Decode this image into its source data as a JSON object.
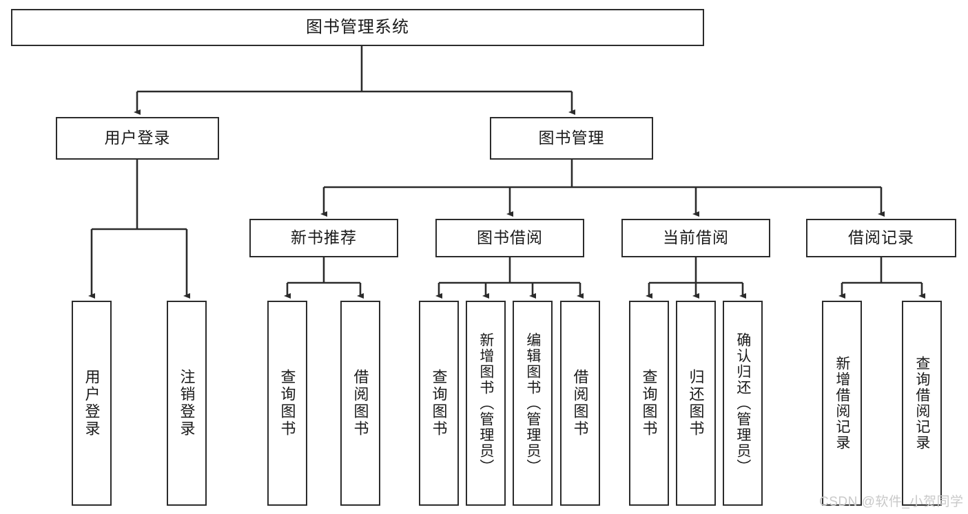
{
  "diagram": {
    "type": "hierarchy-tree",
    "title": "图书管理系统",
    "watermark": "CSDN @软件_小贺同学",
    "colors": {
      "stroke": "#2b2b2b",
      "fill": "#ffffff",
      "text": "#1a1a1a",
      "watermark": "#c9c9c9"
    },
    "root": {
      "label": "图书管理系统"
    },
    "level2": [
      {
        "label": "用户登录"
      },
      {
        "label": "图书管理"
      }
    ],
    "level3": [
      {
        "label": "新书推荐"
      },
      {
        "label": "图书借阅"
      },
      {
        "label": "当前借阅"
      },
      {
        "label": "借阅记录"
      }
    ],
    "leaves": {
      "user_login": [
        {
          "label": "用户登录"
        },
        {
          "label": "注销登录"
        }
      ],
      "new_book": [
        {
          "label": "查询图书"
        },
        {
          "label": "借阅图书"
        }
      ],
      "book_borrow": [
        {
          "label": "查询图书"
        },
        {
          "label": "新增图书（管理员）"
        },
        {
          "label": "编辑图书（管理员）"
        },
        {
          "label": "借阅图书"
        }
      ],
      "current_borrow": [
        {
          "label": "查询图书"
        },
        {
          "label": "归还图书"
        },
        {
          "label": "确认归还（管理员）"
        }
      ],
      "borrow_record": [
        {
          "label": "新增借阅记录"
        },
        {
          "label": "查询借阅记录"
        }
      ]
    }
  }
}
